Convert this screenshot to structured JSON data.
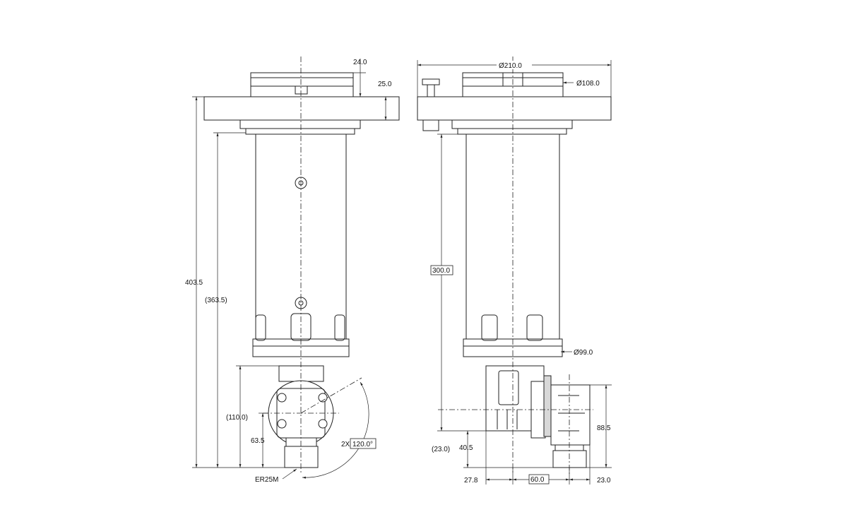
{
  "left_view": {
    "dims": {
      "top_plate_height": "24.0",
      "flange_height": "25.0",
      "overall_length": "403.5",
      "body_length": "(363.5)",
      "head_height": "(110.0)",
      "spindle_height": "63.5",
      "angle_prefix": "2X",
      "angle": "120.0°",
      "collet": "ER25M"
    }
  },
  "right_view": {
    "dims": {
      "flange_diameter": "Ø210.0",
      "plate_diameter": "Ø108.0",
      "body_length": "300.0",
      "body_diameter": "Ø99.0",
      "head_height": "88.5",
      "offset_a": "(23.0)",
      "offset_b": "40.5",
      "offset_left": "27.8",
      "width": "60.0",
      "offset_right": "23.0"
    }
  }
}
